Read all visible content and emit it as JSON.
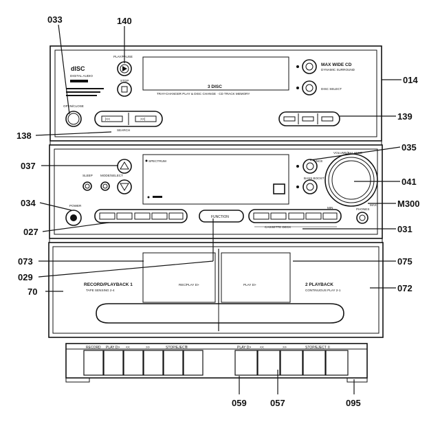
{
  "callouts": {
    "c033": "033",
    "c140": "140",
    "c014": "014",
    "c139": "139",
    "c138": "138",
    "c035": "035",
    "c037": "037",
    "c041": "041",
    "c034": "034",
    "cM300": "M300",
    "c027": "027",
    "c031": "031",
    "c073": "073",
    "c075": "075",
    "c029": "029",
    "c70": "70",
    "c072": "072",
    "c059": "059",
    "c057": "057",
    "c095": "095"
  },
  "cd_unit": {
    "play_pause": "PLAY/PAUSE",
    "stop": "STOP",
    "disc_logo": "dISC",
    "disc_logo_sub": "DIGITAL AUDIO",
    "open_close": "OPEN/CLOSE",
    "three_disc": "3 DISC",
    "tray_text": "TRAY-CHANGER PLAY & DISC CHANGE   · CD TRACK MEMORY",
    "max_cd": "MAX WIDE CD",
    "max_cd_sub": "DYNAMIC SURROUND",
    "disc_select": "DISC SELECT",
    "search_label": "SEARCH"
  },
  "amp_unit": {
    "spectrum": "SPECTRUM",
    "balance": "BALANCE",
    "volume_balance": "VOLUME/BALANCE",
    "bass_boost": "BASS BOOST",
    "sleep": "SLEEP",
    "mode_select": "MODE/SELECT",
    "power": "POWER",
    "function": "FUNCTION",
    "cassette_deck": "CASSETTE DECK",
    "phones": "PHONES"
  },
  "tape_unit": {
    "deck1_title": "RECORD/PLAYBACK 1",
    "deck1_sub": "TAPE SENSING 2-4",
    "deck1_window": "REC/PLAY D>",
    "deck2_window": "PLAY D>",
    "deck2_title": "2 PLAYBACK",
    "deck2_sub": "CONTINUOUS PLAY 2-1"
  },
  "transport": {
    "left_labels": [
      "RECORD",
      "PLAY D>",
      "<<",
      ">>",
      "STOP/EJECT",
      "II"
    ],
    "right_labels": [
      "PLAY D>",
      "<<",
      ">>",
      "STOP/EJECT",
      "II"
    ]
  }
}
